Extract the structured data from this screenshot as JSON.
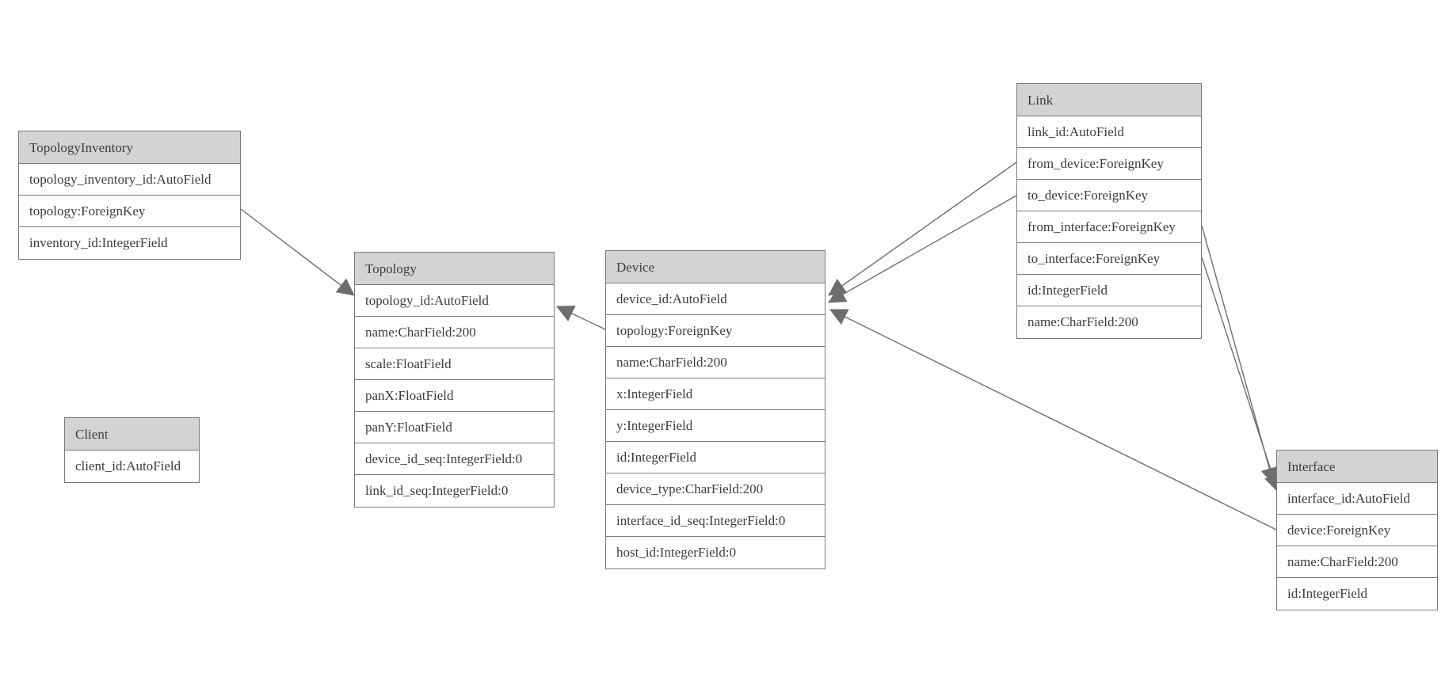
{
  "diagram": {
    "type": "entity-relationship-model",
    "colors": {
      "header_fill": "#d3d3d3",
      "border": "#7a7a7a",
      "relation_line": "#6e6e6e",
      "arrowhead_fill": "#6e6e6e",
      "text": "#3d3d3d",
      "background": "#ffffff"
    },
    "tables": {
      "topology_inventory": {
        "title": "TopologyInventory",
        "fields": [
          "topology_inventory_id:AutoField",
          "topology:ForeignKey",
          "inventory_id:IntegerField"
        ]
      },
      "topology": {
        "title": "Topology",
        "fields": [
          "topology_id:AutoField",
          "name:CharField:200",
          "scale:FloatField",
          "panX:FloatField",
          "panY:FloatField",
          "device_id_seq:IntegerField:0",
          "link_id_seq:IntegerField:0"
        ]
      },
      "client": {
        "title": "Client",
        "fields": [
          "client_id:AutoField"
        ]
      },
      "device": {
        "title": "Device",
        "fields": [
          "device_id:AutoField",
          "topology:ForeignKey",
          "name:CharField:200",
          "x:IntegerField",
          "y:IntegerField",
          "id:IntegerField",
          "device_type:CharField:200",
          "interface_id_seq:IntegerField:0",
          "host_id:IntegerField:0"
        ]
      },
      "link": {
        "title": "Link",
        "fields": [
          "link_id:AutoField",
          "from_device:ForeignKey",
          "to_device:ForeignKey",
          "from_interface:ForeignKey",
          "to_interface:ForeignKey",
          "id:IntegerField",
          "name:CharField:200"
        ]
      },
      "interface": {
        "title": "Interface",
        "fields": [
          "interface_id:AutoField",
          "device:ForeignKey",
          "name:CharField:200",
          "id:IntegerField"
        ]
      }
    },
    "relations": [
      {
        "from": "TopologyInventory.topology",
        "to": "Topology.topology_id"
      },
      {
        "from": "Device.topology",
        "to": "Topology.topology_id"
      },
      {
        "from": "Link.from_device",
        "to": "Device.device_id"
      },
      {
        "from": "Link.to_device",
        "to": "Device.device_id"
      },
      {
        "from": "Interface.device",
        "to": "Device.device_id"
      },
      {
        "from": "Link.from_interface",
        "to": "Interface.interface_id"
      },
      {
        "from": "Link.to_interface",
        "to": "Interface.interface_id"
      }
    ]
  }
}
